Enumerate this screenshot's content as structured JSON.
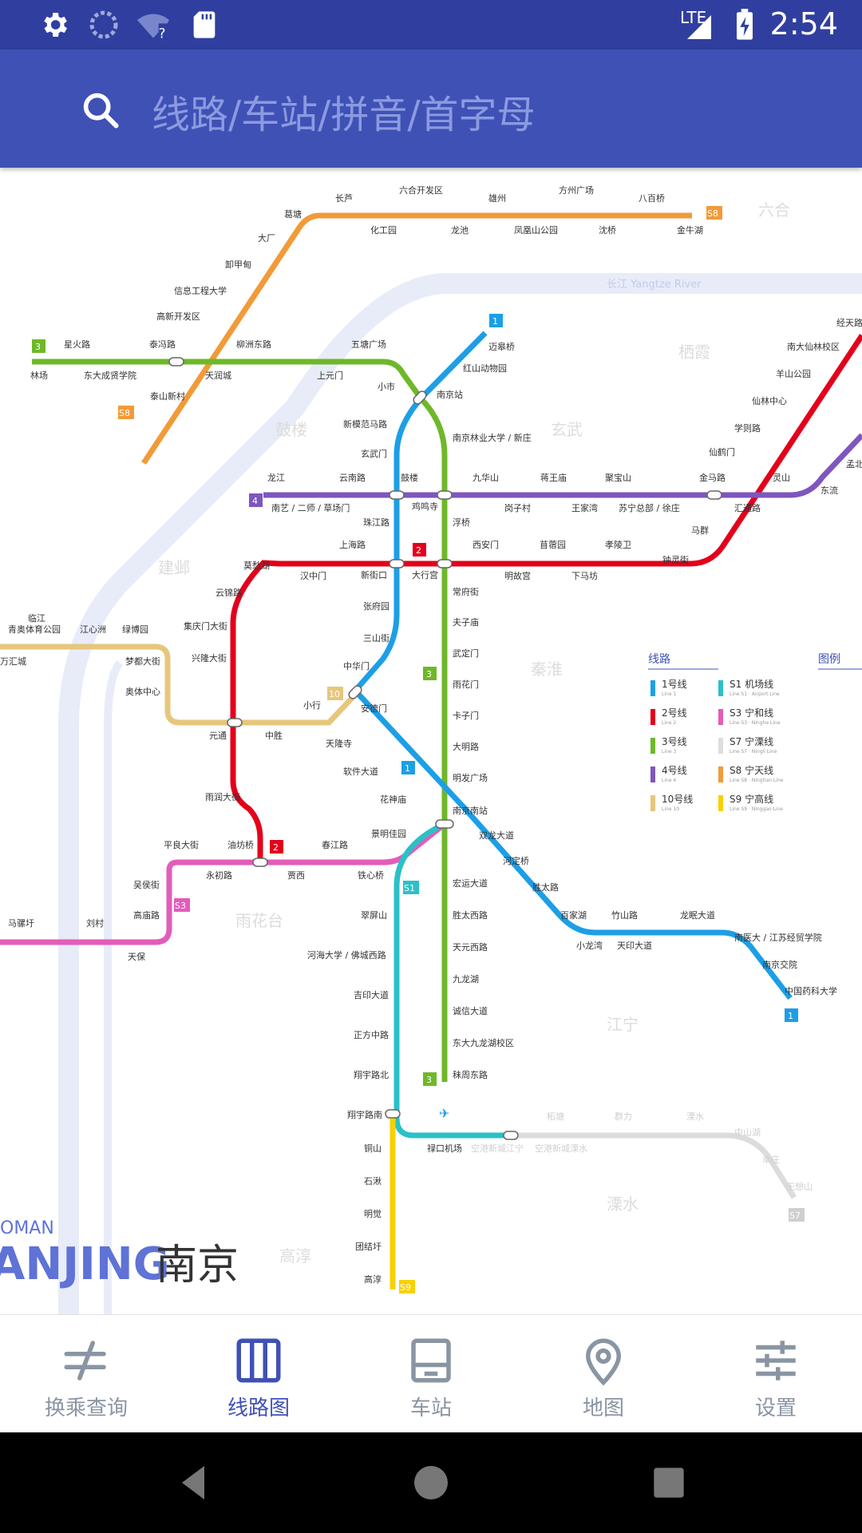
{
  "status_bar": {
    "time": "2:54",
    "network_label": "LTE",
    "icons": [
      "settings-icon",
      "sync-icon",
      "wifi-unknown-icon",
      "sd-card-icon",
      "signal-icon",
      "battery-charging-icon"
    ]
  },
  "search": {
    "placeholder": "线路/车站/拼音/首字母"
  },
  "map": {
    "river": "长江 Yangtze River",
    "city_en": "ANJING",
    "city_cn": "南京",
    "city_prefix": "OMAN",
    "districts": [
      "六合",
      "栖霞",
      "鼓楼",
      "玄武",
      "建邺",
      "秦淮",
      "雨花台",
      "江宁",
      "溧水",
      "高淳"
    ],
    "line_badges": [
      "1",
      "2",
      "3",
      "4",
      "10",
      "S1",
      "S3",
      "S7",
      "S8",
      "S9"
    ],
    "legend": {
      "lines_title": "线路",
      "legend_title": "图例",
      "items": [
        {
          "cn": "1号线",
          "en": "Line 1",
          "color": "#1c9fe6"
        },
        {
          "cn": "2号线",
          "en": "Line 2",
          "color": "#e3001b"
        },
        {
          "cn": "3号线",
          "en": "Line 3",
          "color": "#6eb829"
        },
        {
          "cn": "4号线",
          "en": "Line 4",
          "color": "#7e56be"
        },
        {
          "cn": "10号线",
          "en": "Line 10",
          "color": "#e7c67c"
        },
        {
          "cn": "S1 机场线",
          "en": "Line S1 · Airport Line",
          "color": "#2bc0c8"
        },
        {
          "cn": "S3 宁和线",
          "en": "Line S3 · Ninghe Line",
          "color": "#e35cb9"
        },
        {
          "cn": "S7 宁溧线",
          "en": "Line S7 · Ningli Line",
          "color": "#dddddd"
        },
        {
          "cn": "S8 宁天线",
          "en": "Line S8 · Ningtian Line",
          "color": "#f29a38"
        },
        {
          "cn": "S9 宁高线",
          "en": "Line S9 · Ninggao Line",
          "color": "#f8d100"
        }
      ]
    },
    "stations": {
      "s8": [
        "长芦",
        "六合开发区",
        "雄州",
        "方州广场",
        "八百桥",
        "葛塘",
        "化工园",
        "龙池",
        "凤凰山公园",
        "沈桥",
        "金牛湖",
        "大厂",
        "卸甲甸",
        "信息工程大学",
        "高新开发区",
        "泰山新村"
      ],
      "l3": [
        "林场",
        "星火路",
        "东大成贤学院",
        "泰冯路",
        "天润城",
        "柳洲东路",
        "上元门",
        "五塘广场",
        "小市",
        "南京站",
        "南京林业大学 / 新庄",
        "鸡鸣寺",
        "浮桥",
        "大行宫",
        "常府街",
        "夫子庙",
        "武定门",
        "雨花门",
        "卡子门",
        "大明路",
        "明发广场",
        "南京南站",
        "宏运大道",
        "胜太西路",
        "天元西路",
        "九龙湖",
        "诚信大道",
        "东大九龙湖校区",
        "秣周东路"
      ],
      "l1": [
        "迈皋桥",
        "红山动物园",
        "新模范马路",
        "玄武门",
        "鼓楼",
        "珠江路",
        "新街口",
        "张府园",
        "三山街",
        "中华门",
        "安德门",
        "天隆寺",
        "软件大道",
        "花神庙",
        "双龙大道",
        "河定桥",
        "胜太路",
        "百家湖",
        "小龙湾",
        "竹山路",
        "天印大道",
        "龙眠大道",
        "南医大 / 江苏经贸学院",
        "南京交院",
        "中国药科大学"
      ],
      "l4": [
        "龙江",
        "南艺 / 二师 / 草场门",
        "云南路",
        "九华山",
        "岗子村",
        "蒋王庙",
        "王家湾",
        "聚宝山",
        "苏宁总部 / 徐庄",
        "金马路",
        "汇通路",
        "灵山",
        "东流",
        "孟北"
      ],
      "l2": [
        "莫愁湖",
        "汉中门",
        "上海路",
        "西安门",
        "明故宫",
        "苜蓿园",
        "下马坊",
        "孝陵卫",
        "钟灵街",
        "马群",
        "仙鹤门",
        "学则路",
        "仙林中心",
        "羊山公园",
        "南大仙林校区",
        "经天路",
        "云锦路",
        "集庆门大街",
        "兴隆大街",
        "元通",
        "雨润大街",
        "油坊桥"
      ],
      "l10": [
        "临江",
        "青奥体育公园",
        "江心洲",
        "绿博园",
        "梦都大街",
        "奥体中心",
        "中胜",
        "小行",
        "万汇城"
      ],
      "s3": [
        "平良大街",
        "永初路",
        "春江路",
        "贾西",
        "景明佳园",
        "铁心桥",
        "吴侯街",
        "高庙路",
        "天保",
        "刘村",
        "马骡圩"
      ],
      "s1": [
        "翠屏山",
        "河海大学 / 佛城西路",
        "吉印大道",
        "正方中路",
        "翔宇路北",
        "翔宇路南",
        "禄口机场"
      ],
      "s9": [
        "铜山",
        "石湫",
        "明觉",
        "团结圩",
        "高淳"
      ],
      "s7": [
        "空港新城江宁",
        "空港新城溧水",
        "柘塘",
        "群力",
        "溧水",
        "中山湖",
        "幸庄",
        "无想山"
      ]
    }
  },
  "bottom_nav": {
    "tabs": [
      {
        "label": "换乘查询",
        "icon": "transfer-icon"
      },
      {
        "label": "线路图",
        "icon": "map-book-icon"
      },
      {
        "label": "车站",
        "icon": "station-icon"
      },
      {
        "label": "地图",
        "icon": "location-pin-icon"
      },
      {
        "label": "设置",
        "icon": "sliders-icon"
      }
    ]
  }
}
